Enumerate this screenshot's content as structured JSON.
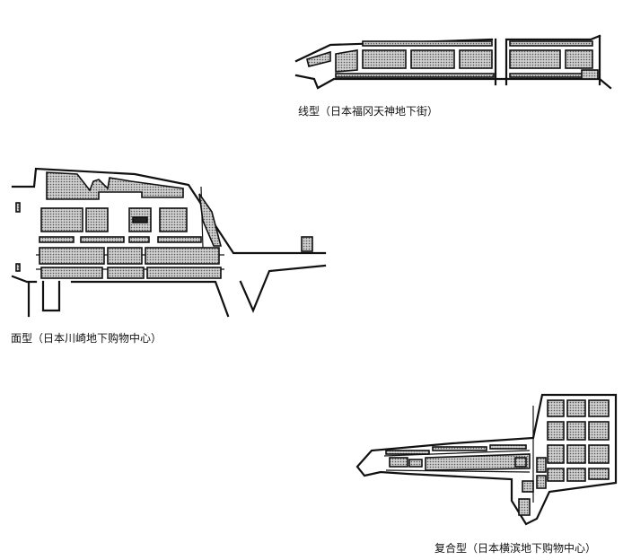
{
  "figures": [
    {
      "id": "linear",
      "caption": "线型（日本福冈天神地下街）"
    },
    {
      "id": "planar",
      "caption": "面型（日本川崎地下购物中心）"
    },
    {
      "id": "composite",
      "caption": "复合型（日本横滨地下购物中心）"
    }
  ]
}
